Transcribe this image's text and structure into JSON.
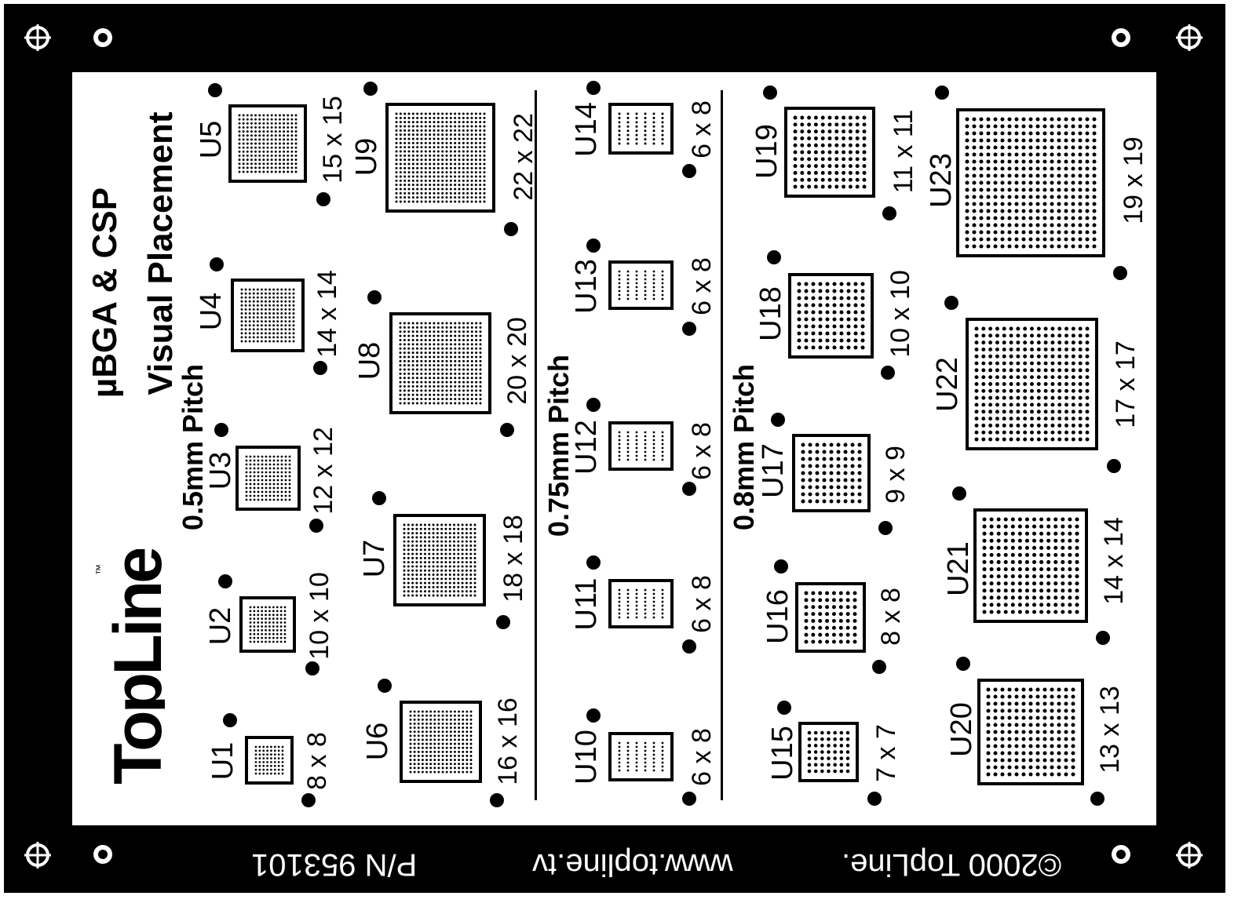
{
  "title": {
    "line1": "µBGA & CSP",
    "line2": "Visual Placement"
  },
  "logo": {
    "text": "TopLine",
    "tm": "™"
  },
  "pitch_labels": {
    "p05": "0.5mm Pitch",
    "p075": "0.75mm Pitch",
    "p08": "0.8mm Pitch"
  },
  "footer": {
    "copyright": "©2000 TopLine.",
    "website": "www.topline.tv",
    "part_number": "P/N 953101"
  },
  "components": [
    {
      "ref": "U1",
      "grid": "8 x 8",
      "n": 8
    },
    {
      "ref": "U2",
      "grid": "10 x 10",
      "n": 10
    },
    {
      "ref": "U3",
      "grid": "12 x 12",
      "n": 12
    },
    {
      "ref": "U4",
      "grid": "14 x 14",
      "n": 14
    },
    {
      "ref": "U5",
      "grid": "15 x 15",
      "n": 15
    },
    {
      "ref": "U6",
      "grid": "16 x 16",
      "n": 16
    },
    {
      "ref": "U7",
      "grid": "18 x 18",
      "n": 18
    },
    {
      "ref": "U8",
      "grid": "20 x 20",
      "n": 20
    },
    {
      "ref": "U9",
      "grid": "22 x 22",
      "n": 22
    },
    {
      "ref": "U10",
      "grid": "6 x 8",
      "n": 6,
      "m": 8
    },
    {
      "ref": "U11",
      "grid": "6 x 8",
      "n": 6,
      "m": 8
    },
    {
      "ref": "U12",
      "grid": "6 x 8",
      "n": 6,
      "m": 8
    },
    {
      "ref": "U13",
      "grid": "6 x 8",
      "n": 6,
      "m": 8
    },
    {
      "ref": "U14",
      "grid": "6 x 8",
      "n": 6,
      "m": 8
    },
    {
      "ref": "U15",
      "grid": "7 x 7",
      "n": 7
    },
    {
      "ref": "U16",
      "grid": "8 x 8",
      "n": 8
    },
    {
      "ref": "U17",
      "grid": "9 x 9",
      "n": 9
    },
    {
      "ref": "U18",
      "grid": "10 x 10",
      "n": 10
    },
    {
      "ref": "U19",
      "grid": "11 x 11",
      "n": 11
    },
    {
      "ref": "U20",
      "grid": "13 x 13",
      "n": 13
    },
    {
      "ref": "U21",
      "grid": "14 x 14",
      "n": 14
    },
    {
      "ref": "U22",
      "grid": "17 x 17",
      "n": 17
    },
    {
      "ref": "U23",
      "grid": "19 x 19",
      "n": 19
    }
  ],
  "colors": {
    "board": "#000000",
    "panel": "#ffffff"
  }
}
